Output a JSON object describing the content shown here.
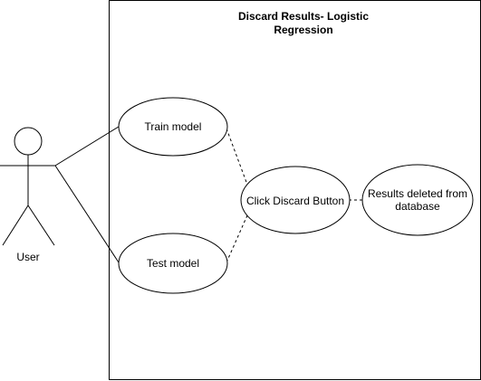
{
  "system": {
    "title": "Discard Results- Logistic\nRegression"
  },
  "actor": {
    "label": "User"
  },
  "use_cases": {
    "train": "Train model",
    "test": "Test model",
    "click_discard": "Click Discard Button",
    "results_deleted": "Results deleted from database"
  },
  "colors": {
    "stroke": "#000000",
    "fill": "#ffffff"
  }
}
